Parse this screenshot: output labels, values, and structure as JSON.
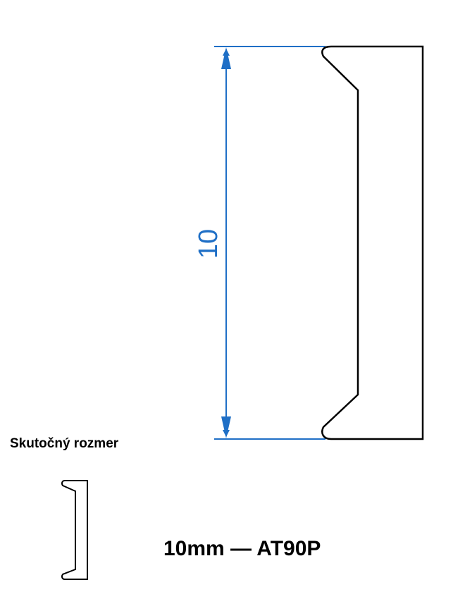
{
  "dimension": {
    "value_label": "10",
    "color": "#1f6fc6"
  },
  "profile": {
    "stroke_color": "#000000"
  },
  "caption": {
    "actual_size_label": "Skutočný rozmer"
  },
  "product": {
    "label": "10mm — AT90P"
  }
}
